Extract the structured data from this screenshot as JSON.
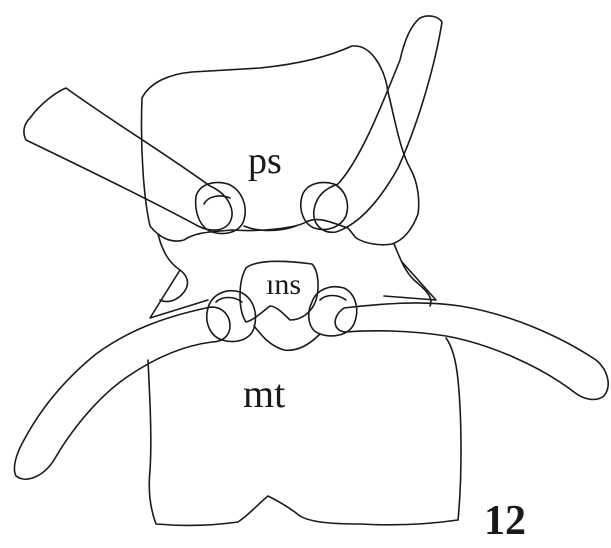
{
  "figure": {
    "number": "12",
    "line_color": "#1a1a1a",
    "labels": {
      "prosternum": "ps",
      "intersternite": "ıns",
      "mesothorax": "mt"
    }
  }
}
